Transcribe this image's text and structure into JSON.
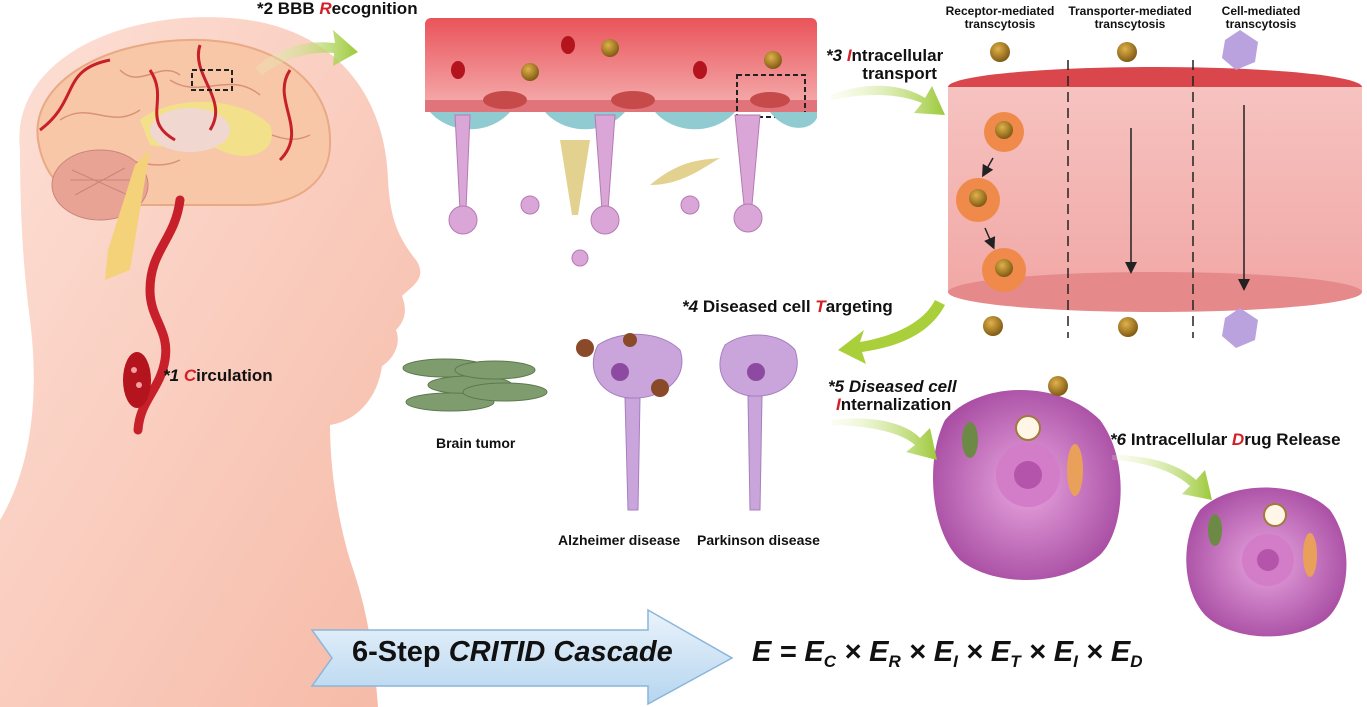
{
  "steps": {
    "s1": {
      "num": "*1",
      "initial": "C",
      "rest": "irculation"
    },
    "s2": {
      "num": "*2 BBB",
      "initial": "R",
      "rest": "ecognition"
    },
    "s3": {
      "num": "*3",
      "initial": "I",
      "rest": "ntracellular",
      "line2": "transport"
    },
    "s4": {
      "num": "*4",
      "pre": "Diseased cell",
      "initial": "T",
      "rest": "argeting"
    },
    "s5": {
      "num": "*5",
      "pre": "Diseased cell",
      "initial": "I",
      "rest": "nternalization"
    },
    "s6": {
      "num": "*6",
      "pre": "Intracellular",
      "initial": "D",
      "rest": "rug Release"
    }
  },
  "transcytosis": {
    "receptor": {
      "line1": "Receptor-mediated",
      "line2": "transcytosis"
    },
    "transporter": {
      "line1": "Transporter-mediated",
      "line2": "transcytosis"
    },
    "cell": {
      "line1": "Cell-mediated",
      "line2": "transcytosis"
    }
  },
  "diseases": {
    "tumor": "Brain tumor",
    "alzheimer": "Alzheimer disease",
    "parkinson": "Parkinson disease"
  },
  "cascade": {
    "prefix": "6-Step",
    "name": "CRITID Cascade"
  },
  "equation": {
    "lhs": "E",
    "terms": [
      {
        "base": "E",
        "sub": "C"
      },
      {
        "base": "E",
        "sub": "R"
      },
      {
        "base": "E",
        "sub": "I"
      },
      {
        "base": "E",
        "sub": "T"
      },
      {
        "base": "E",
        "sub": "I"
      },
      {
        "base": "E",
        "sub": "D"
      }
    ]
  },
  "colors": {
    "accent_red": "#d41f26",
    "vessel": "#c8202a",
    "arrow_green": "#a9cf3a",
    "skin": "#fbd2c4",
    "cell_purple": "#a04a9c"
  }
}
